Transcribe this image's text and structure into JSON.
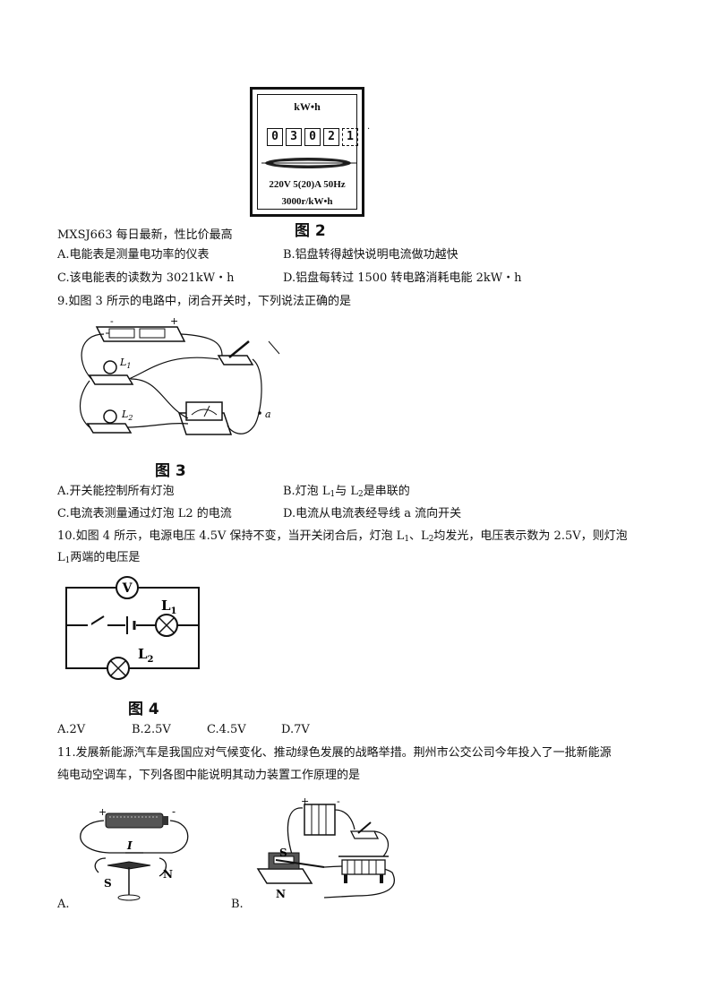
{
  "q8": {
    "meter": {
      "unit": "kW•h",
      "digits": [
        "0",
        "3",
        "0",
        "2",
        "1"
      ],
      "rating": "220V 5(20)A 50Hz",
      "constant": "3000r/kW•h"
    },
    "figure_caption": "图 2",
    "watermark_line": "MXSJ663 每日最新，性比价最高",
    "options": {
      "A": "A.电能表是测量电功率的仪表",
      "B": "B.铝盘转得越快说明电流做功越快",
      "C": "C.该电能表的读数为 3021kW・h",
      "D": "D.铝盘每转过 1500 转电路消耗电能 2kW・h"
    }
  },
  "q9": {
    "stem": "9.如图 3 所示的电路中，闭合开关时，下列说法正确的是",
    "figure_caption": "图 3",
    "labels": {
      "L1": "L",
      "L1_sub": "1",
      "L2": "L",
      "L2_sub": "2",
      "a": "a",
      "minus": "-",
      "plus": "+"
    },
    "options": {
      "A": "A.开关能控制所有灯泡",
      "B_pre": "B.灯泡 L",
      "B_s1": "1",
      "B_mid": "与 L",
      "B_s2": "2",
      "B_post": "是串联的",
      "C": "C.电流表测量通过灯泡 L2 的电流",
      "D": "D.电流从电流表经导线 a 流向开关"
    }
  },
  "q10": {
    "stem_line1": "10.如图 4 所示，电源电压 4.5V 保持不变，当开关闭合后，灯泡 L",
    "stem_s1": "1",
    "stem_mid": "、L",
    "stem_s2": "2",
    "stem_post": "均发光，电压表示数为 2.5V，则灯泡",
    "stem_line2_pre": "L",
    "stem_line2_sub": "1",
    "stem_line2_post": "两端的电压是",
    "figure_caption": "图 4",
    "labels": {
      "V": "V",
      "L1": "L",
      "L1_sub": "1",
      "L2": "L",
      "L2_sub": "2"
    },
    "options": {
      "A": "A.2V",
      "B": "B.2.5V",
      "C": "C.4.5V",
      "D": "D.7V"
    }
  },
  "q11": {
    "stem_line1": "11.发展新能源汽车是我国应对气候变化、推动绿色发展的战略举措。荆州市公交公司今年投入了一批新能源",
    "stem_line2": "纯电动空调车，下列各图中能说明其动力装置工作原理的是",
    "fig_a": {
      "label": "A.",
      "I": "I",
      "S": "S",
      "N": "N",
      "plus": "+",
      "minus": "-"
    },
    "fig_b": {
      "label": "B.",
      "S": "S",
      "N": "N",
      "plus": "+",
      "minus": "-"
    }
  }
}
